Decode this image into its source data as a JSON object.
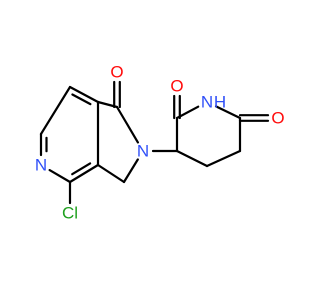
{
  "molecule": {
    "atoms": {
      "o_lactam": {
        "label": "O",
        "color": "#ff0d0d"
      },
      "n_lactam": {
        "label": "N",
        "color": "#3050f8"
      },
      "n_pyridine": {
        "label": "N",
        "color": "#3050f8"
      },
      "cl": {
        "label": "Cl",
        "color": "#1fa01f"
      },
      "o_imide_left": {
        "label": "O",
        "color": "#ff0d0d"
      },
      "nh_imide": {
        "label": "N",
        "color": "#3050f8"
      },
      "h_imide": {
        "label": "H",
        "color": "#3050f8"
      },
      "o_imide_right": {
        "label": "O",
        "color": "#ff0d0d"
      }
    }
  }
}
